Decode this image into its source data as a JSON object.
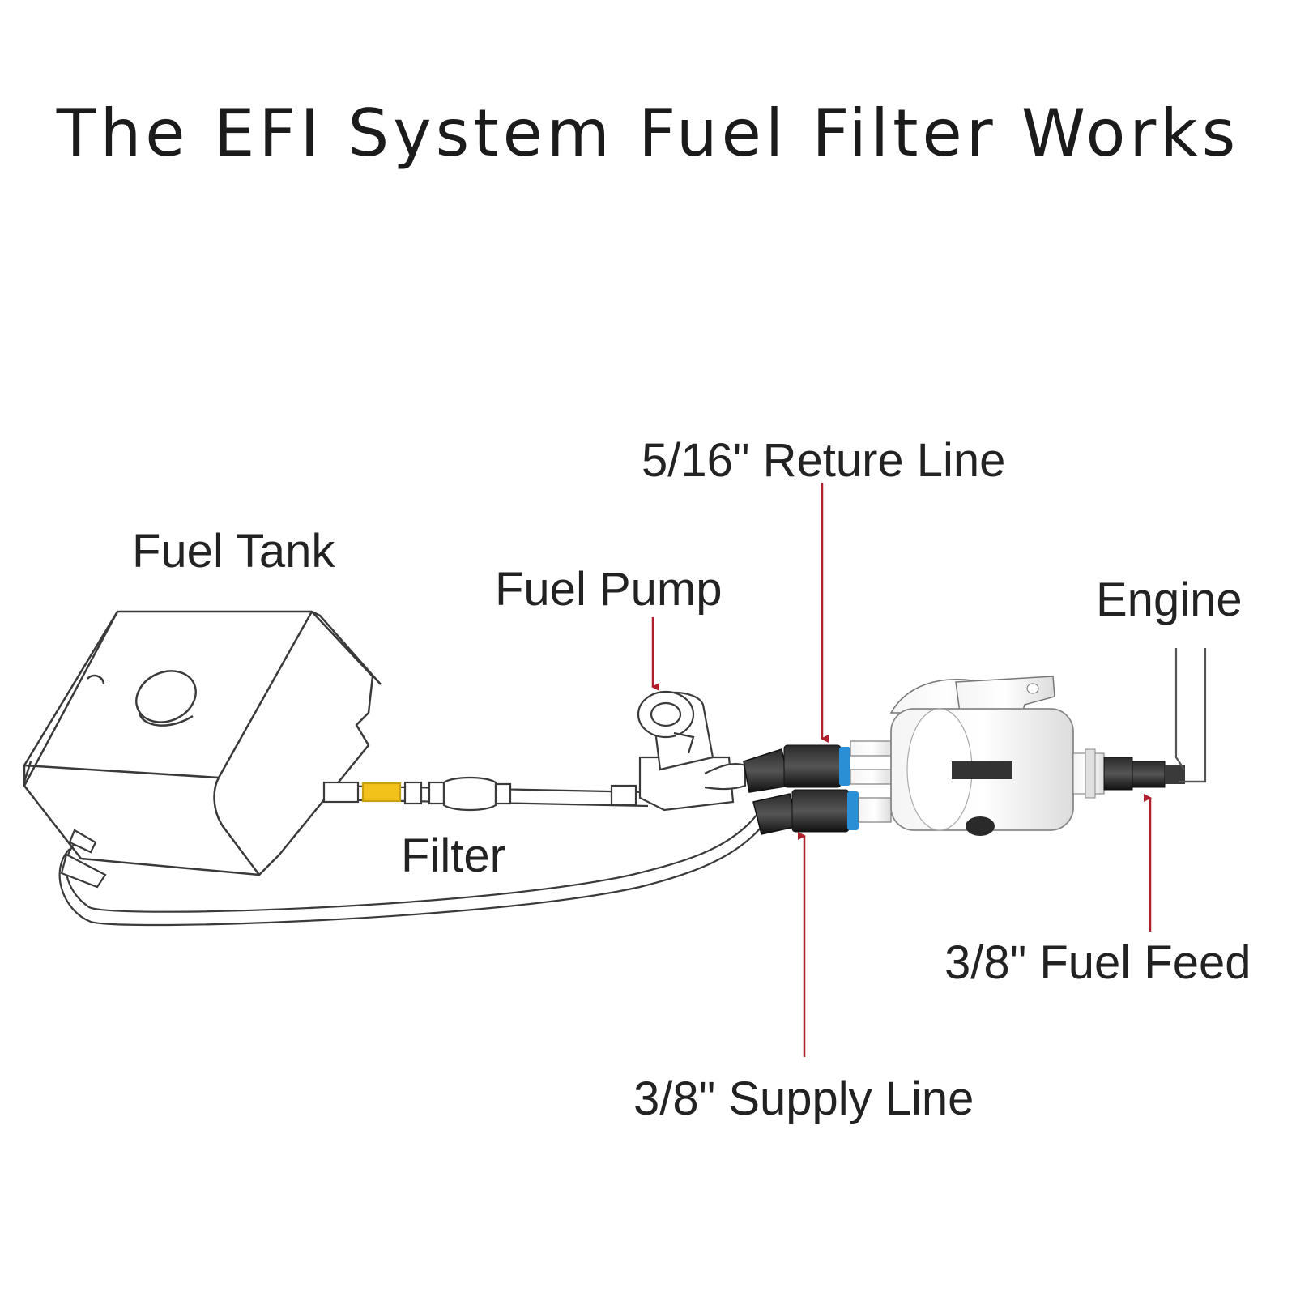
{
  "title": "The EFI System Fuel Filter Works",
  "labels": {
    "fuel_tank": "Fuel Tank",
    "fuel_pump": "Fuel Pump",
    "filter": "Filter",
    "return_line": "5/16\" Reture Line",
    "engine": "Engine",
    "fuel_feed": "3/8\" Fuel Feed",
    "supply_line": "3/8\" Supply Line"
  },
  "colors": {
    "arrow": "#b0202c",
    "line_art": "#3a3a3a",
    "fitting_blue": "#2b8fd6",
    "filter_insert": "#f2c21b",
    "text": "#222222"
  }
}
